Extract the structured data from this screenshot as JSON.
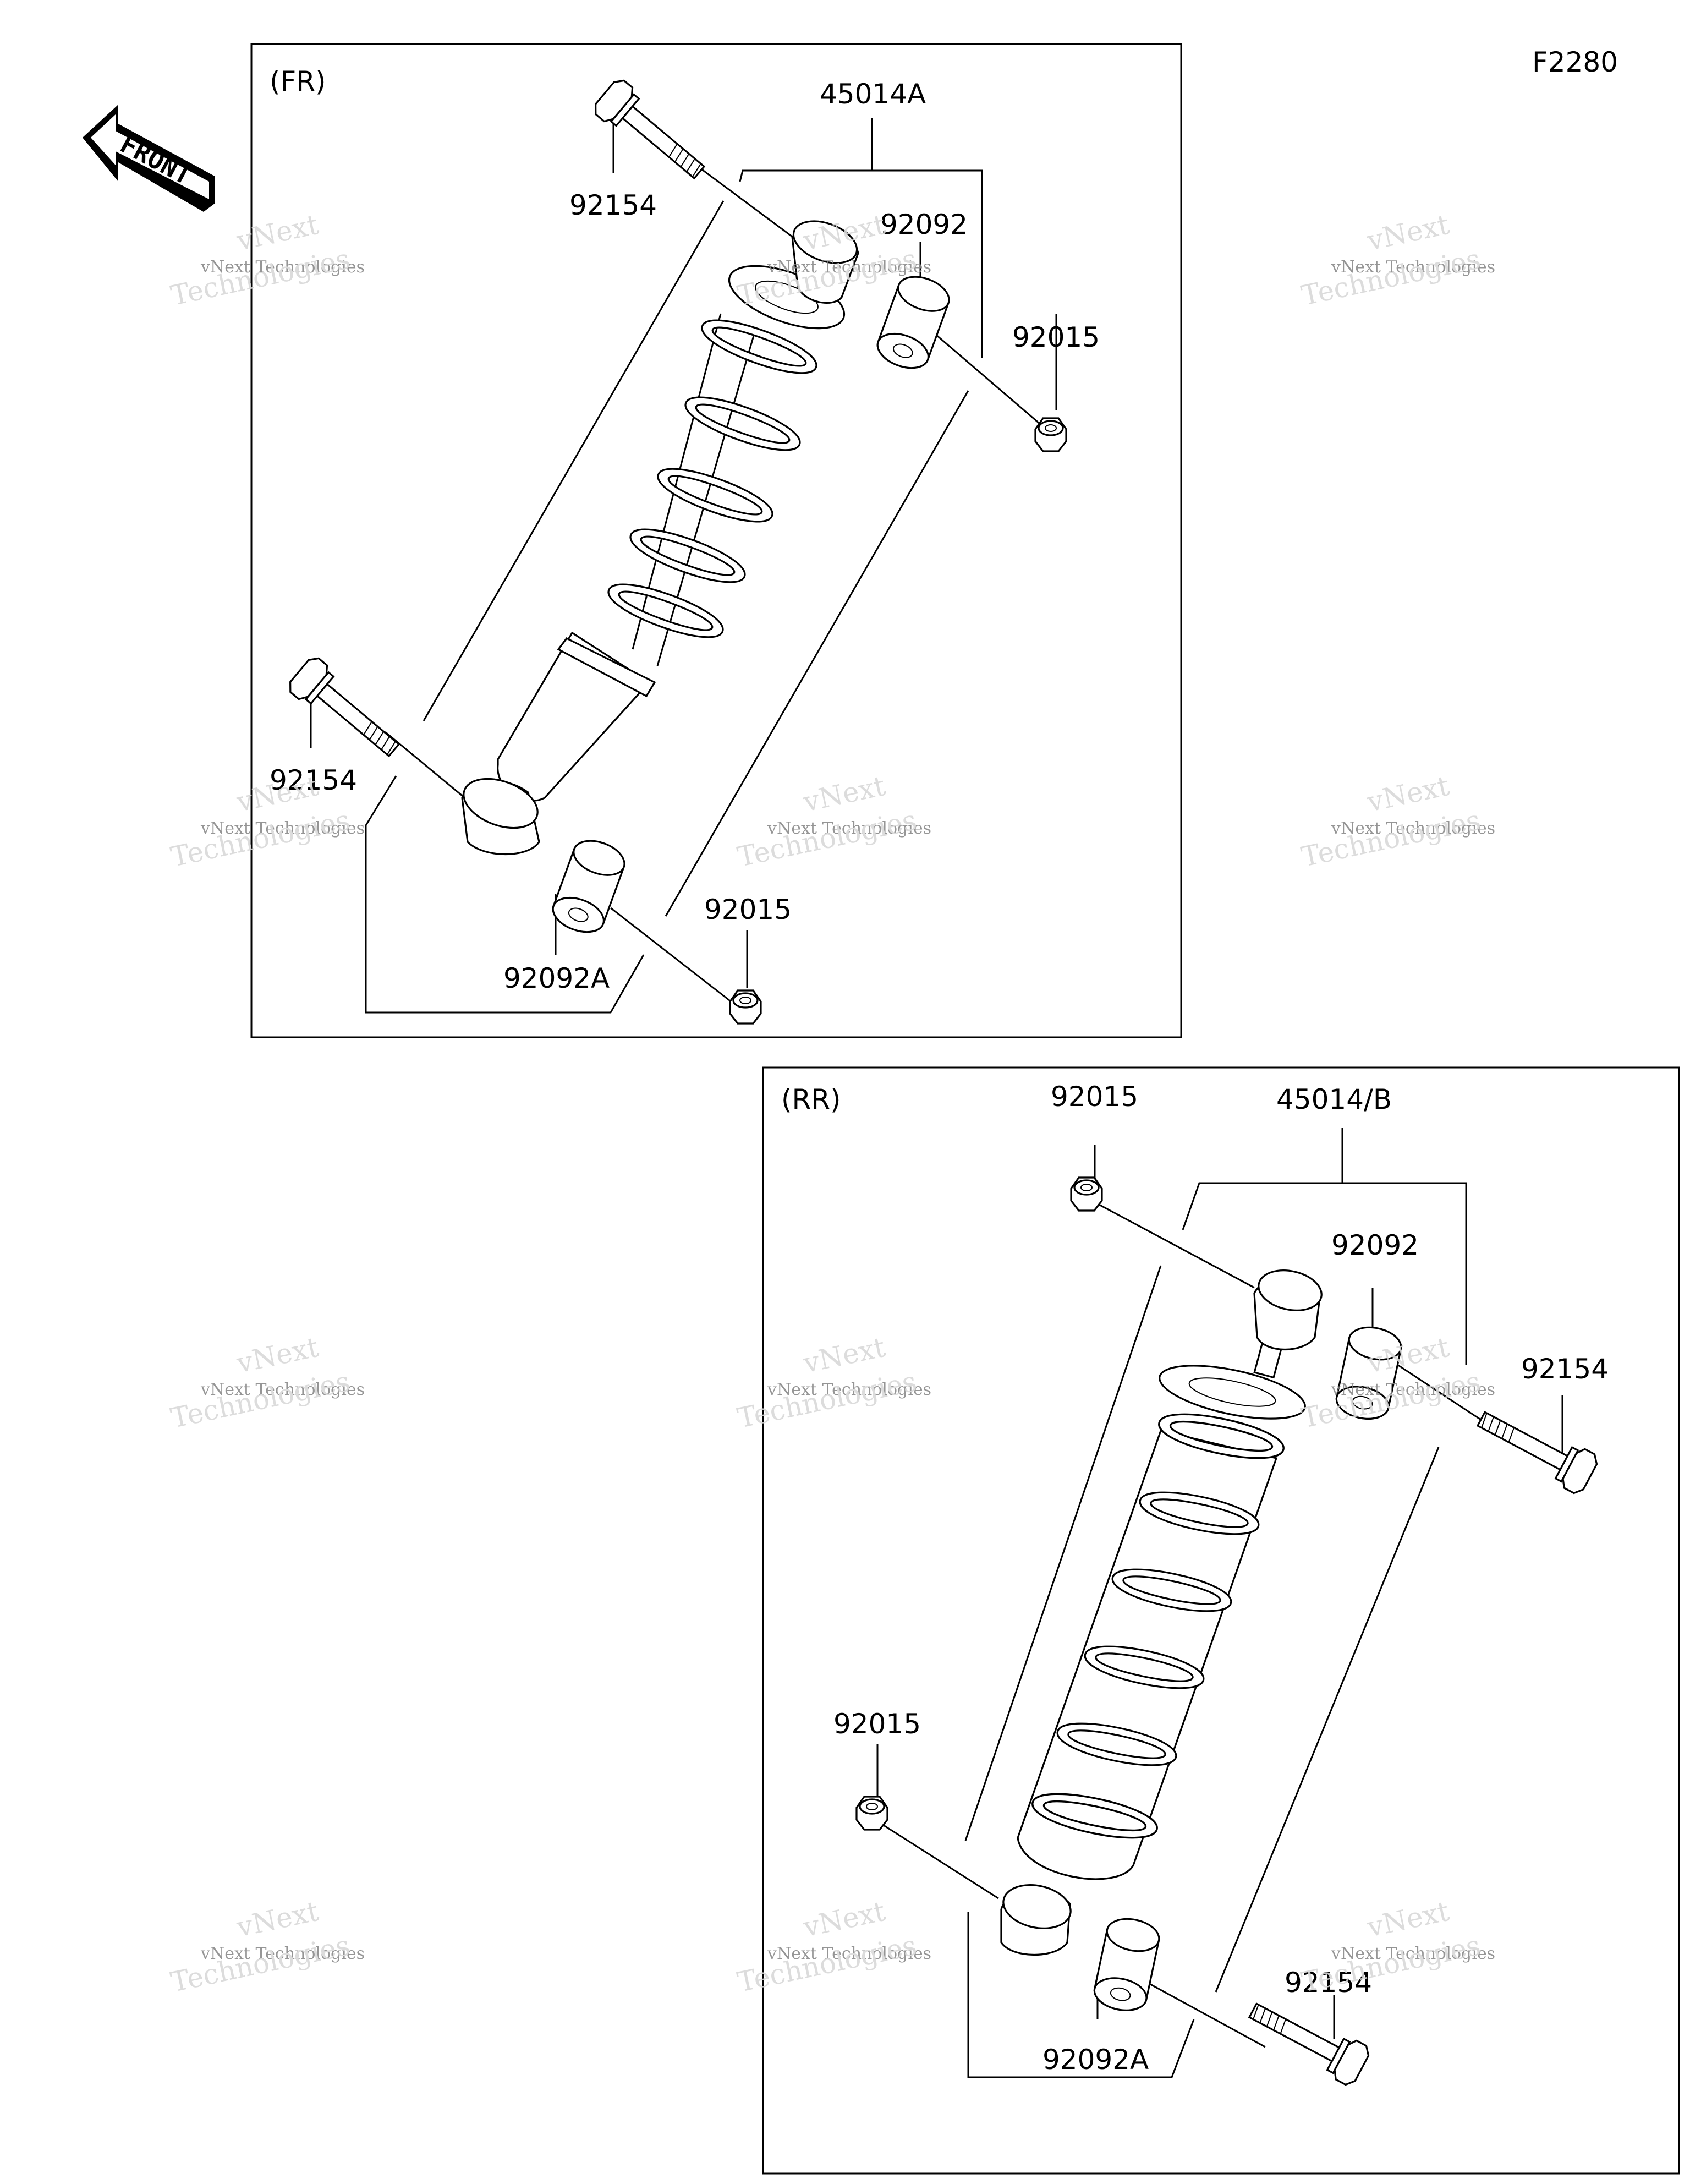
{
  "figure_id": "F2280",
  "front_label": "FRONT",
  "front_panel": {
    "title": "(FR)",
    "labels": {
      "assy": "45014A",
      "bolt_top": "92154",
      "bushing_top": "92092",
      "nut_top": "92015",
      "bolt_bottom": "92154",
      "nut_bottom": "92015",
      "bushing_bottom": "92092A"
    }
  },
  "rear_panel": {
    "title": "(RR)",
    "labels": {
      "assy": "45014/B",
      "nut_top": "92015",
      "bushing_top": "92092",
      "bolt_top": "92154",
      "nut_bottom": "92015",
      "bolt_bottom": "92154",
      "bushing_bottom": "92092A"
    }
  },
  "watermark": {
    "line1": "vNext Technologies",
    "line2": "vNext",
    "line3": "Technologies"
  }
}
